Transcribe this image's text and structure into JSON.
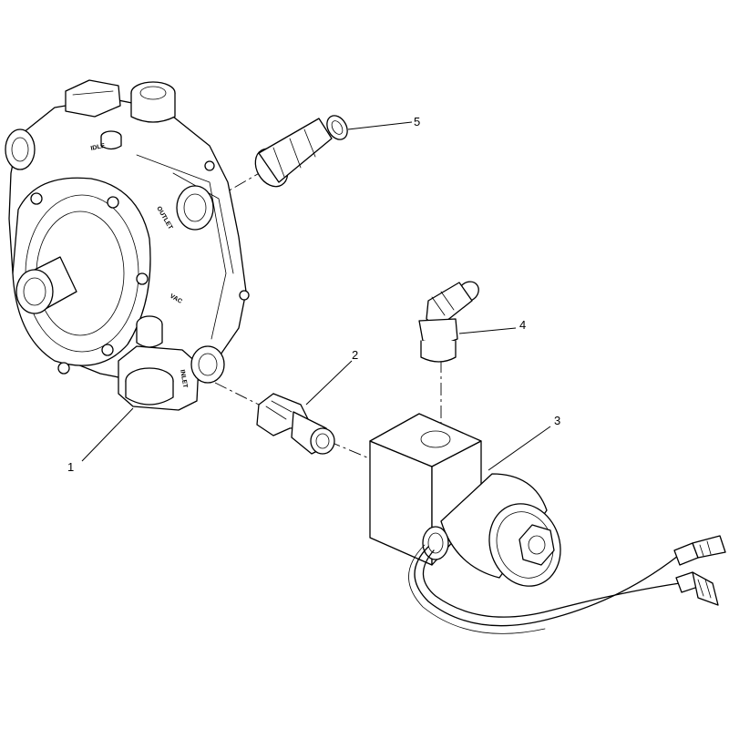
{
  "diagram": {
    "callouts": [
      {
        "id": "1",
        "label": "1"
      },
      {
        "id": "2",
        "label": "2"
      },
      {
        "id": "3",
        "label": "3"
      },
      {
        "id": "4",
        "label": "4"
      },
      {
        "id": "5",
        "label": "5"
      }
    ],
    "stamps": {
      "idle": "IDLE",
      "outlet": "OUTLET",
      "vac": "VAC",
      "inlet": "INLET"
    },
    "colors": {
      "line": "#000000",
      "background": "#ffffff"
    }
  }
}
